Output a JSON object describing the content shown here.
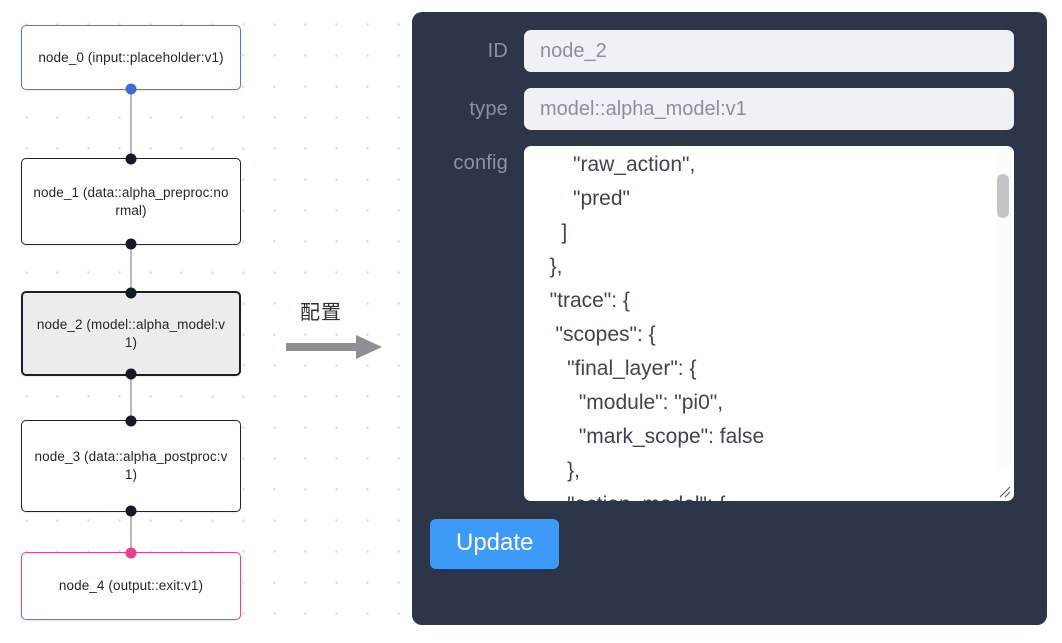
{
  "graph": {
    "nodes": [
      {
        "id": "node_0",
        "label": "node_0\n(input::placeholder:v1)",
        "kind": "input",
        "selected": false
      },
      {
        "id": "node_1",
        "label": "node_1\n(data::alpha_preproc:normal)",
        "kind": "default",
        "selected": false
      },
      {
        "id": "node_2",
        "label": "node_2\n(model::alpha_model:v1)",
        "kind": "default",
        "selected": true
      },
      {
        "id": "node_3",
        "label": "node_3\n(data::alpha_postproc:v1)",
        "kind": "default",
        "selected": false
      },
      {
        "id": "node_4",
        "label": "node_4\n(output::exit:v1)",
        "kind": "output",
        "selected": false
      }
    ],
    "edge_count": 4,
    "colors": {
      "input_border": "#4a7ddb",
      "output_border": "#e8428f",
      "default_border": "#1f2430",
      "selected_fill": "#ececec",
      "edge": "#b6bac2",
      "grid_dot": "#d3d6dc"
    }
  },
  "annotation": {
    "text": "配置",
    "arrow_icon": "right-arrow-icon",
    "arrow_color": "#8c8f96"
  },
  "panel": {
    "background": "#2d3648",
    "fields": [
      {
        "label": "ID",
        "value": "node_2"
      },
      {
        "label": "type",
        "value": "model::alpha_model:v1"
      }
    ],
    "config": {
      "label": "config",
      "value": "      \"raw_action\",\n      \"pred\"\n    ]\n  },\n  \"trace\": {\n   \"scopes\": {\n     \"final_layer\": {\n       \"module\": \"pi0\",\n       \"mark_scope\": false\n     },\n     \"action_model\": {",
      "scrollbar": {
        "visible": true,
        "thumb_position": "near-top"
      },
      "resize_grip": "resize-grip-icon"
    },
    "update_button": {
      "label": "Update",
      "color": "#3d9bf7"
    }
  }
}
